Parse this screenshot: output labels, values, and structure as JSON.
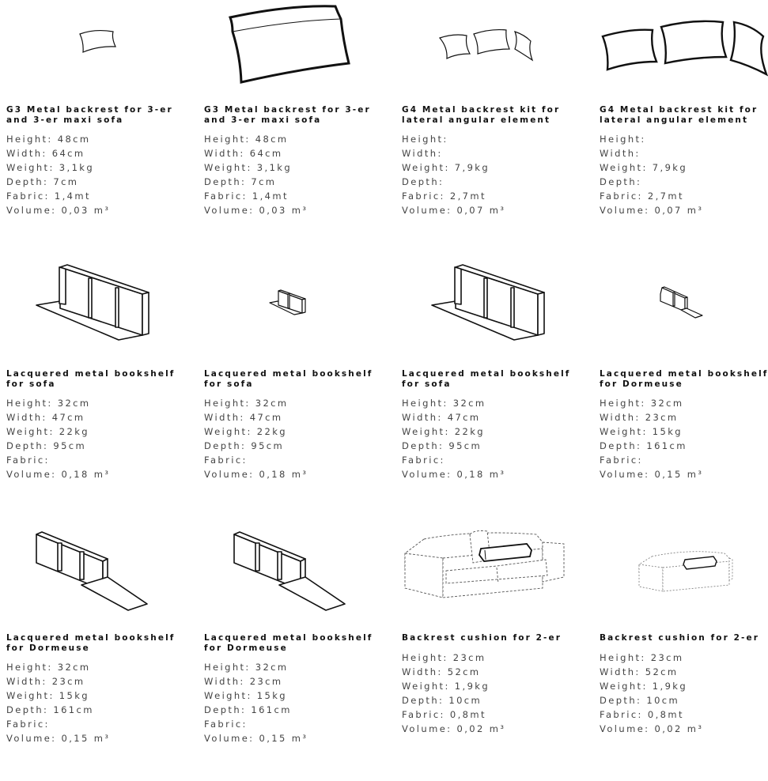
{
  "products": [
    {
      "title": "G3 Metal backrest for 3-er and 3-er maxi sofa",
      "height": "Height: 48cm",
      "width": "Width: 64cm",
      "weight": "Weight: 3,1kg",
      "depth": "Depth: 7cm",
      "fabric": "Fabric: 1,4mt",
      "volume": "Volume: 0,03 m³",
      "icon": "backrest-small-icon"
    },
    {
      "title": "G3 Metal backrest for 3-er and 3-er maxi sofa",
      "height": "Height: 48cm",
      "width": "Width: 64cm",
      "weight": "Weight: 3,1kg",
      "depth": "Depth: 7cm",
      "fabric": "Fabric: 1,4mt",
      "volume": "Volume: 0,03 m³",
      "icon": "backrest-large-icon"
    },
    {
      "title": "G4 Metal backrest kit for lateral angular element",
      "height": "Height:",
      "width": "Width:",
      "weight": "Weight: 7,9kg",
      "depth": "Depth:",
      "fabric": "Fabric: 2,7mt",
      "volume": "Volume: 0,07 m³",
      "icon": "backrest-kit-small-icon"
    },
    {
      "title": "G4 Metal backrest kit for lateral angular element",
      "height": "Height:",
      "width": "Width:",
      "weight": "Weight: 7,9kg",
      "depth": "Depth:",
      "fabric": "Fabric: 2,7mt",
      "volume": "Volume: 0,07 m³",
      "icon": "backrest-kit-large-icon"
    },
    {
      "title": "Lacquered metal bookshelf for sofa",
      "height": "Height: 32cm",
      "width": "Width: 47cm",
      "weight": "Weight: 22kg",
      "depth": "Depth: 95cm",
      "fabric": "Fabric:",
      "volume": "Volume: 0,18 m³",
      "icon": "bookshelf-sofa-large-icon"
    },
    {
      "title": "Lacquered metal bookshelf for sofa",
      "height": "Height: 32cm",
      "width": "Width: 47cm",
      "weight": "Weight: 22kg",
      "depth": "Depth: 95cm",
      "fabric": "Fabric:",
      "volume": "Volume: 0,18 m³",
      "icon": "bookshelf-sofa-small-icon"
    },
    {
      "title": "Lacquered metal bookshelf for sofa",
      "height": "Height: 32cm",
      "width": "Width: 47cm",
      "weight": "Weight: 22kg",
      "depth": "Depth: 95cm",
      "fabric": "Fabric:",
      "volume": "Volume: 0,18 m³",
      "icon": "bookshelf-sofa-large-icon"
    },
    {
      "title": "Lacquered metal bookshelf for Dormeuse",
      "height": "Height: 32cm",
      "width": "Width: 23cm",
      "weight": "Weight: 15kg",
      "depth": "Depth: 161cm",
      "fabric": "Fabric:",
      "volume": "Volume: 0,15 m³",
      "icon": "bookshelf-dormeuse-small-icon"
    },
    {
      "title": "Lacquered metal bookshelf for Dormeuse",
      "height": "Height: 32cm",
      "width": "Width: 23cm",
      "weight": "Weight: 15kg",
      "depth": "Depth: 161cm",
      "fabric": "Fabric:",
      "volume": "Volume: 0,15 m³",
      "icon": "bookshelf-dormeuse-large-icon"
    },
    {
      "title": "Lacquered metal bookshelf for Dormeuse",
      "height": "Height: 32cm",
      "width": "Width: 23cm",
      "weight": "Weight: 15kg",
      "depth": "Depth: 161cm",
      "fabric": "Fabric:",
      "volume": "Volume: 0,15 m³",
      "icon": "bookshelf-dormeuse-large-icon"
    },
    {
      "title": "Backrest cushion for 2-er",
      "height": "Height: 23cm",
      "width": "Width: 52cm",
      "weight": "Weight: 1,9kg",
      "depth": "Depth: 10cm",
      "fabric": "Fabric: 0,8mt",
      "volume": "Volume: 0,02 m³",
      "icon": "sofa-cushion-large-icon"
    },
    {
      "title": "Backrest cushion for 2-er",
      "height": "Height: 23cm",
      "width": "Width: 52cm",
      "weight": "Weight: 1,9kg",
      "depth": "Depth: 10cm",
      "fabric": "Fabric: 0,8mt",
      "volume": "Volume: 0,02 m³",
      "icon": "sofa-cushion-small-icon"
    }
  ]
}
